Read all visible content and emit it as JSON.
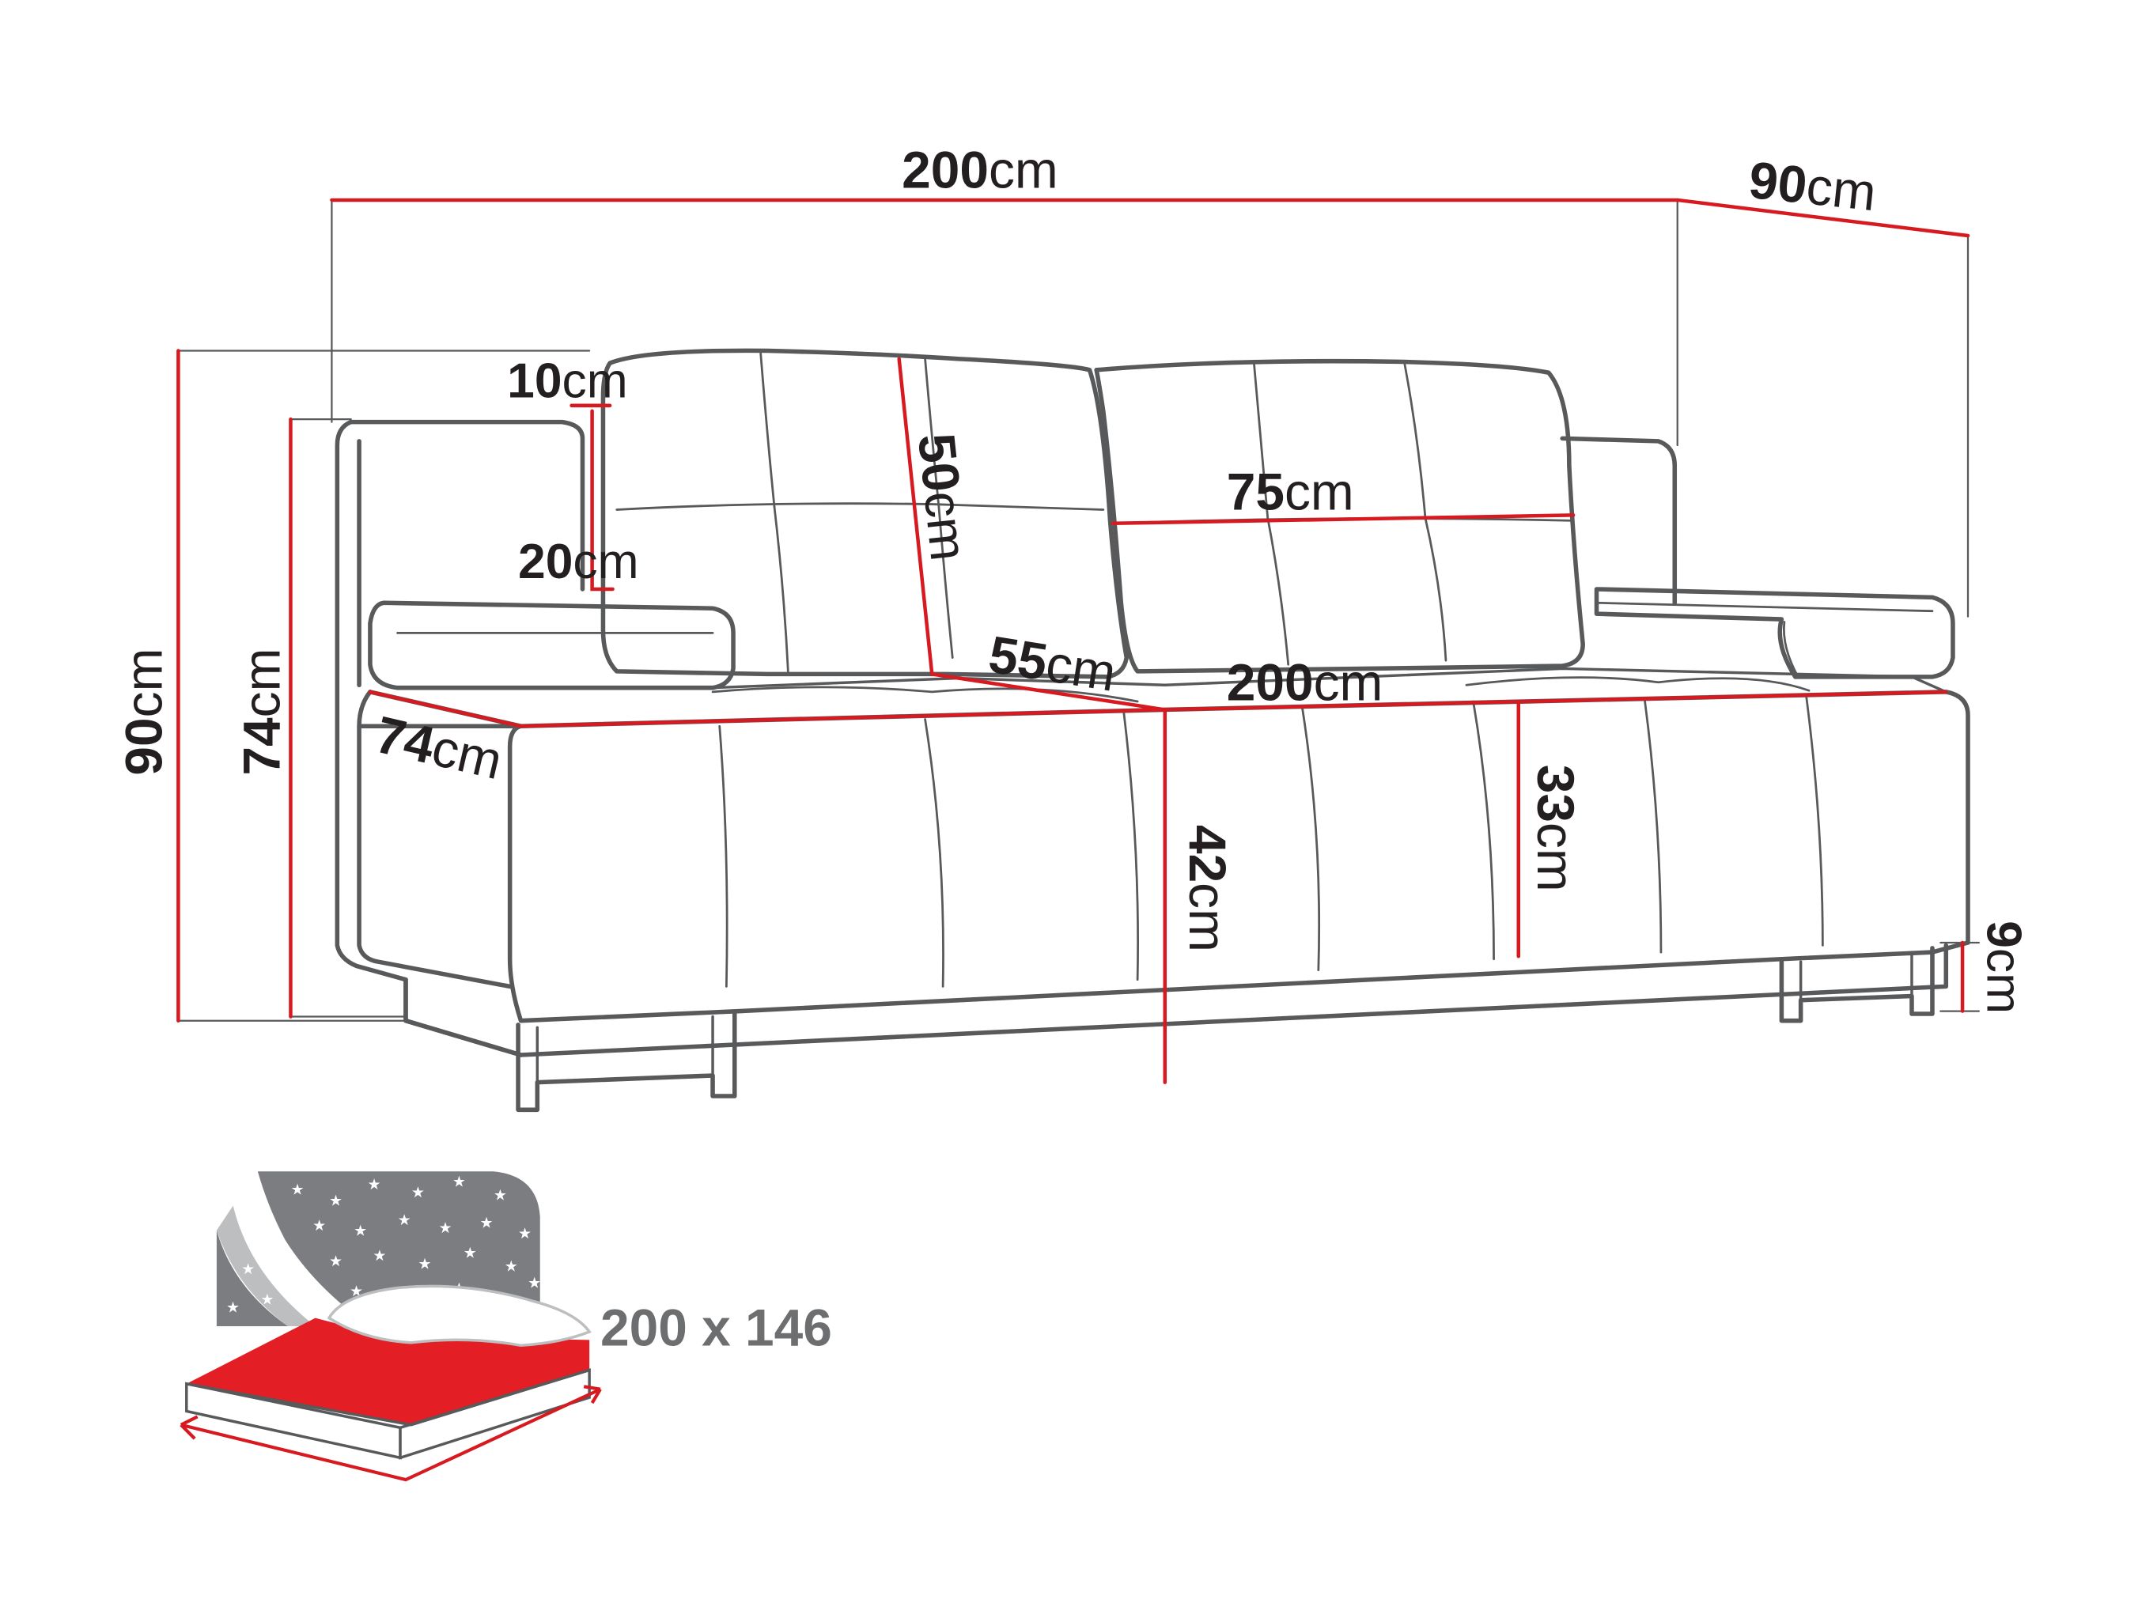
{
  "colors": {
    "outline": "#58595b",
    "dimension": "#d71920",
    "text": "#231f20",
    "bed_text": "#6d6e70",
    "bed_red": "#e31e24",
    "night_sky": "#7c7d80"
  },
  "dimensions": {
    "total_width": {
      "num": "200",
      "unit": "cm"
    },
    "total_depth": {
      "num": "90",
      "unit": "cm"
    },
    "total_height": {
      "num": "90",
      "unit": "cm"
    },
    "armrest_height": {
      "num": "74",
      "unit": "cm"
    },
    "armrest_depth": {
      "num": "74",
      "unit": "cm"
    },
    "armrest_width": {
      "num": "10",
      "unit": "cm"
    },
    "armrest_pad": {
      "num": "20",
      "unit": "cm"
    },
    "backrest_height": {
      "num": "50",
      "unit": "cm"
    },
    "cushion_width": {
      "num": "75",
      "unit": "cm"
    },
    "seat_depth": {
      "num": "55",
      "unit": "cm"
    },
    "seat_width": {
      "num": "200",
      "unit": "cm"
    },
    "seat_height": {
      "num": "42",
      "unit": "cm"
    },
    "front_height": {
      "num": "33",
      "unit": "cm"
    },
    "leg_height": {
      "num": "9",
      "unit": "cm"
    }
  },
  "sleeping_area": {
    "label": "200 x 146"
  }
}
